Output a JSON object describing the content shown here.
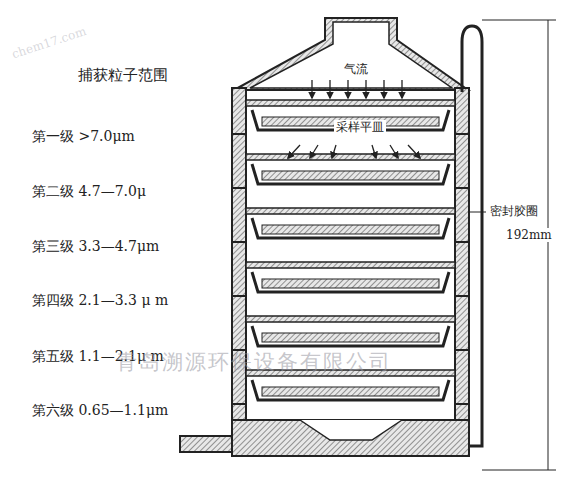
{
  "diagram": {
    "title": "捕获粒子范围",
    "labels": [
      "第一级 >7.0μm",
      "第二级 4.7—7.0μ",
      "第三级 3.3—4.7μm",
      "第四级 2.1—3.3 μ m",
      "第五级 1.1—2.1μ m",
      "第六级 0.65—1.1μm",
      "气流",
      "采样平皿",
      "密封胶圈",
      "192mm",
      "青岛溯源环保设备有限公司",
      "chem17.com"
    ]
  }
}
